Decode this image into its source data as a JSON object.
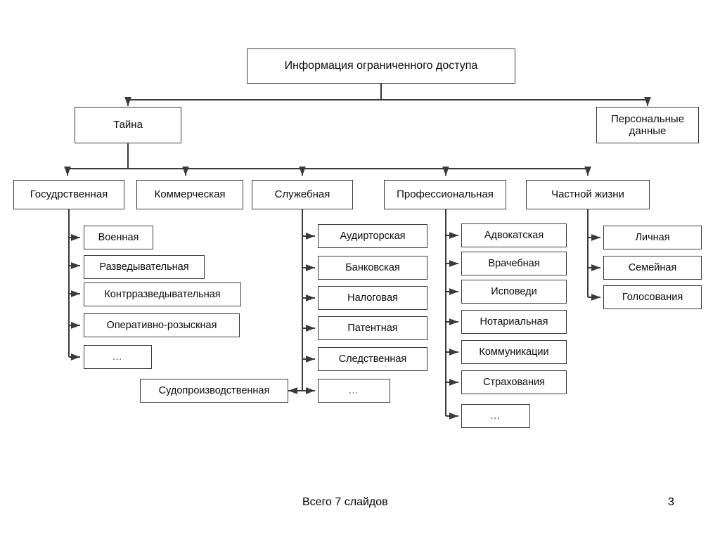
{
  "slide": {
    "title": "Информация ограниченного доступа",
    "footer_label": "Всего 7 слайдов",
    "page_number": "3",
    "line_color": "#3a3a3a",
    "text_color": "#0b0b0b",
    "background_color": "#ffffff"
  },
  "nodes": {
    "root": {
      "label": "Информация ограниченного доступа"
    },
    "secret": {
      "label": "Тайна"
    },
    "personal_data": {
      "label": "Персональные\nданные"
    },
    "state": {
      "label": "Госудрственная"
    },
    "commercial": {
      "label": "Коммерческая"
    },
    "official": {
      "label": "Служебная"
    },
    "professional": {
      "label": "Профессиональная"
    },
    "private_life": {
      "label": "Частной жизни"
    },
    "judicial": {
      "label": "Судопроизводственная"
    }
  },
  "state_children": [
    {
      "label": "Военная"
    },
    {
      "label": "Разведывательная"
    },
    {
      "label": "Контрразведывательная"
    },
    {
      "label": "Оперативно-розыскная"
    },
    {
      "label": "…"
    }
  ],
  "official_children": [
    {
      "label": "Аудирторская"
    },
    {
      "label": "Банковская"
    },
    {
      "label": "Налоговая"
    },
    {
      "label": "Патентная"
    },
    {
      "label": "Следственная"
    },
    {
      "label": "…"
    }
  ],
  "professional_children": [
    {
      "label": "Адвокатская"
    },
    {
      "label": "Врачебная"
    },
    {
      "label": "Исповеди"
    },
    {
      "label": "Нотариальная"
    },
    {
      "label": "Коммуникации"
    },
    {
      "label": "Страхования"
    },
    {
      "label": "…"
    }
  ],
  "private_life_children": [
    {
      "label": "Личная"
    },
    {
      "label": "Семейная"
    },
    {
      "label": "Голосования"
    }
  ]
}
